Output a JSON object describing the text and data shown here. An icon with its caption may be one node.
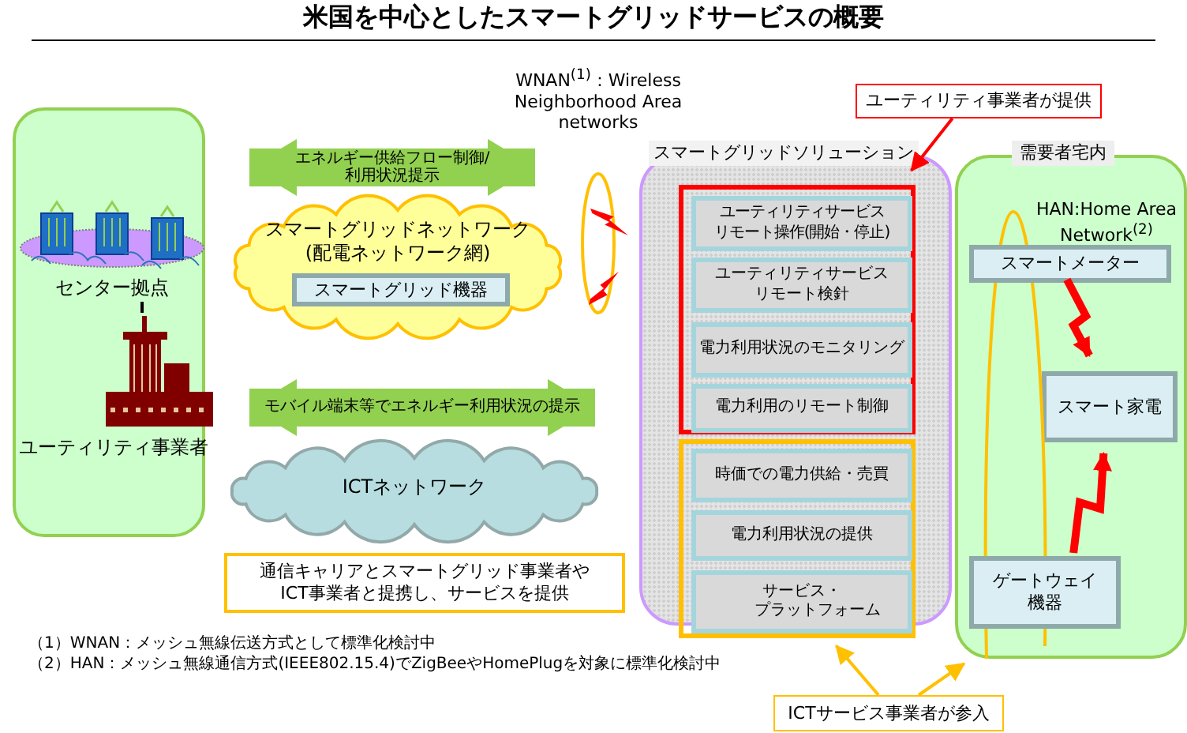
{
  "diagram": {
    "title": "米国を中心としたスマートグリッドサービスの概要",
    "nodes": [
      {
        "text": [],
        "shape": "box"
      },
      {
        "text": [
          "センター拠点"
        ],
        "in": 0
      },
      {
        "text": [
          "ユーティリティ事業者"
        ],
        "in": 0
      },
      {
        "text": [
          "スマートグリッドネットワーク(配電ネットワーク網)"
        ]
      },
      {
        "text": [
          "スマートグリッド機器"
        ],
        "in": 3
      },
      {
        "text": [
          "ICTネットワーク"
        ]
      },
      {
        "text": [
          "通信キャリアとスマートグリッド事業者やICT事業者と提携し、サービスを提供"
        ]
      },
      {
        "text": [
          "スマートグリッドソリューション"
        ]
      },
      {
        "text": [],
        "shape": "box",
        "in": 7
      },
      {
        "text": [
          "ユーティリティサービスリモート操作(開始・停止)"
        ],
        "in": 8
      },
      {
        "text": [
          "ユーティリティサービスリモート検針"
        ],
        "in": 8
      },
      {
        "text": [
          "電力利用状況のモニタリング"
        ],
        "in": 8
      },
      {
        "text": [
          "電力利用のリモート制御"
        ],
        "in": 8
      },
      {
        "text": [],
        "shape": "box",
        "in": 7
      },
      {
        "text": [
          "時価での電力供給・売買"
        ],
        "in": 13
      },
      {
        "text": [
          "電力利用状況の提供"
        ],
        "in": 13
      },
      {
        "text": [
          "サービス・プラットフォーム"
        ],
        "in": 13
      },
      {
        "text": [
          "需要者宅内",
          "HAN:Home Area Network$^{(2)}$"
        ]
      },
      {
        "text": [
          "スマートメーター"
        ],
        "in": 17
      },
      {
        "text": [
          "スマート家電"
        ],
        "in": 17
      },
      {
        "text": [
          "ゲートウェイ機器"
        ],
        "in": 17
      },
      {
        "text": [],
        "shape": "ellipse",
        "in": 17
      },
      {
        "text": [
          "ユーティリティ事業者が提供"
        ]
      },
      {
        "text": [
          "ICTサービス事業者が参入"
        ]
      },
      {
        "text": [],
        "shape": "ellipse",
        "beside": [
          "WNAN$^{(1)}$：Wireless Neighborhood Area networks"
        ]
      }
    ],
    "edges": [
      {
        "from": 0,
        "to": 24,
        "arrow": "both",
        "label": "エネルギー供給フロー制御/利用状況提示",
        "style": "thick",
        "color": "#92d050"
      },
      {
        "from": 0,
        "to": 7,
        "arrow": "both",
        "label": "モバイル端末等でエネルギー利用状況の提示",
        "style": "thick",
        "color": "#92d050"
      },
      {
        "from": 1,
        "to": 2,
        "arrow": "none",
        "color": "#000000"
      },
      {
        "from": 22,
        "to": 8,
        "arrow": "to",
        "color": "#ff0000"
      },
      {
        "from": 23,
        "to": 13,
        "arrow": "to",
        "color": "#ffc000"
      },
      {
        "from": 23,
        "to": 21,
        "arrow": "to",
        "color": "#ffc000"
      },
      {
        "from": 18,
        "to": 19,
        "arrow": "to",
        "style": "thick",
        "color": "#ff0000"
      },
      {
        "from": 20,
        "to": 19,
        "arrow": "to",
        "style": "thick",
        "color": "#ff0000"
      }
    ],
    "labels": [
      "（1）WNAN：メッシュ無線伝送方式として標準化検討中",
      "（2）HAN：メッシュ無線通信方式(IEEE802.15.4)でZigBeeやHomePlugを対象に標準化検討中"
    ]
  }
}
